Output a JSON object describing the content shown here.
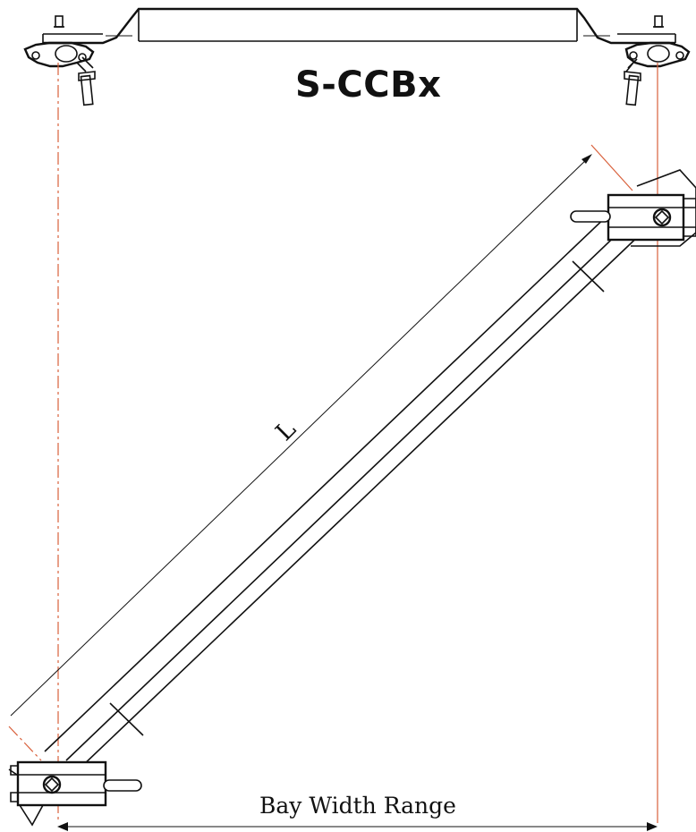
{
  "diagram": {
    "title": "S-CCBx",
    "length_label": "L",
    "width_label": "Bay Width Range"
  },
  "colors": {
    "line": "#111111",
    "guide": "#d9603b",
    "background": "#ffffff"
  }
}
